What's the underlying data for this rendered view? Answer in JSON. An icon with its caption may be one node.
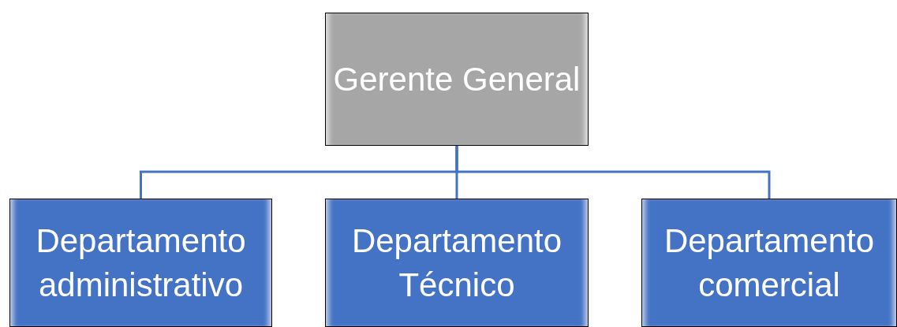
{
  "diagram": {
    "nodes": [
      {
        "text": [
          "Gerente General"
        ]
      },
      {
        "text": [
          "Departamento administrativo"
        ]
      },
      {
        "text": [
          "Departamento Técnico"
        ]
      },
      {
        "text": [
          "Departamento comercial"
        ]
      }
    ],
    "edges": [
      {
        "from": 0,
        "to": 1,
        "arrow": "none"
      },
      {
        "from": 0,
        "to": 2,
        "arrow": "none"
      },
      {
        "from": 0,
        "to": 3,
        "arrow": "none"
      }
    ]
  }
}
